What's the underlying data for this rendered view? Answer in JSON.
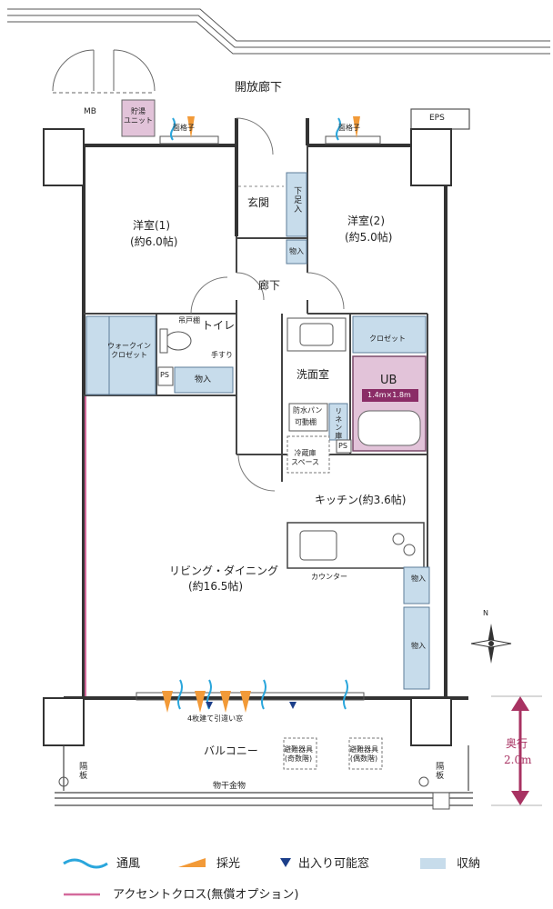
{
  "corridor_label": "開放廊下",
  "mb_label": "MB",
  "eps_label": "EPS",
  "water_heater": "貯湯\nユニット",
  "lattice_left": "面格子",
  "lattice_right": "面格子",
  "entrance": "玄関",
  "shoe_storage": "下足入",
  "storage": "物入",
  "hallway": "廊下",
  "room1": {
    "name": "洋室(1)",
    "size": "(約6.0帖)"
  },
  "room2": {
    "name": "洋室(2)",
    "size": "(約5.0帖)"
  },
  "walkin_closet": "ウォークイン\nクロゼット",
  "ps": "PS",
  "toilet": "トイレ",
  "hanging_cabinet": "吊戸棚",
  "handrail": "手すり",
  "closet": "クロゼット",
  "washroom": "洗面室",
  "ub": "UB",
  "ub_size": "1.4m×1.8m",
  "waterproof_pan": "防水パン",
  "movable_shelf": "可動棚",
  "linen": "リネン庫",
  "fridge_space": "冷蔵庫\nスペース",
  "kitchen": "キッチン(約3.6帖)",
  "counter": "カウンター",
  "living": {
    "name": "リビング・ダイニング",
    "size": "(約16.5帖)"
  },
  "sliding_window": "4枚建て引違い窓",
  "balcony": "バルコニー",
  "evac_left": "避難器具\n(奇数階)",
  "evac_right": "避難器具\n(偶数階)",
  "partition": "隔板",
  "laundry_hardware": "物干金物",
  "depth": {
    "label": "奥行",
    "value": "2.0m"
  },
  "north": "N",
  "legend": {
    "ventilation": "通風",
    "daylight": "採光",
    "exit_window": "出入り可能窓",
    "storage": "収納",
    "accent": "アクセントクロス(無償オプション)"
  },
  "colors": {
    "storage_fill": "#c7dceb",
    "ub_fill": "#e2c3d9",
    "accent": "#d46a9c",
    "wind": "#2aa6dc",
    "light": "#f29a38",
    "exit": "#1c3f8a",
    "depth_arrow": "#a83262"
  }
}
